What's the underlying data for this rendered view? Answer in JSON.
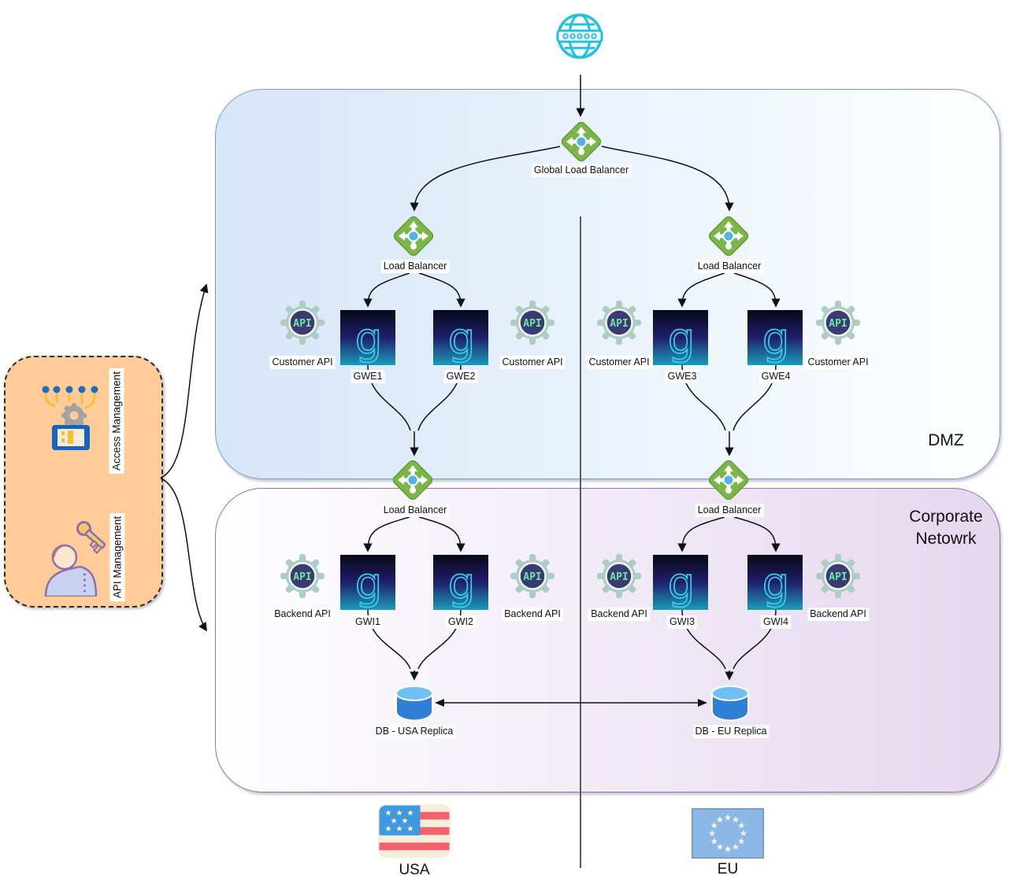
{
  "zones": {
    "dmz_label": "DMZ",
    "corporate_label_line1": "Corporate",
    "corporate_label_line2": "Netowrk"
  },
  "panel": {
    "access_management": "Access Management",
    "api_management": "API Management"
  },
  "nodes": {
    "global_load_balancer": "Global Load Balancer",
    "load_balancer": "Load Balancer",
    "gwe1": "GWE1",
    "gwe2": "GWE2",
    "gwe3": "GWE3",
    "gwe4": "GWE4",
    "gwi1": "GWI1",
    "gwi2": "GWI2",
    "gwi3": "GWI3",
    "gwi4": "GWI4",
    "customer_api": "Customer API",
    "backend_api": "Backend API",
    "api_badge": "API",
    "gateway_glyph": "g",
    "db_usa": "DB - USA Replica",
    "db_eu": "DB - EU Replica"
  },
  "regions": {
    "usa": "USA",
    "eu": "EU"
  },
  "icons": {
    "internet": "globe-icon",
    "load_balancer": "green-diamond-load-balancer-icon",
    "gateway": "gravitee-g-gateway-icon",
    "api": "gear-api-icon",
    "database": "blue-cylinder-database-icon",
    "usa_flag": "usa-flag-icon",
    "eu_flag": "eu-flag-icon",
    "access_management": "connected-devices-gear-icon",
    "api_management": "person-with-key-icon"
  },
  "colors": {
    "dmz_fill": "#d6e5f8",
    "dmz_border": "#7e99be",
    "corporate_fill": "#e4d7ee",
    "corporate_border": "#9673a6",
    "panel_fill": "#ffcc99",
    "lb_green": "#7ab648",
    "globe_cyan": "#1fc0e0",
    "gateway_glyph_cyan": "#39d0ea",
    "api_badge_green": "#6ce7a4",
    "api_circle_navy": "#3b3a73",
    "db_blue": "#2f7fd6",
    "separator_gray": "#5b5b5b"
  }
}
